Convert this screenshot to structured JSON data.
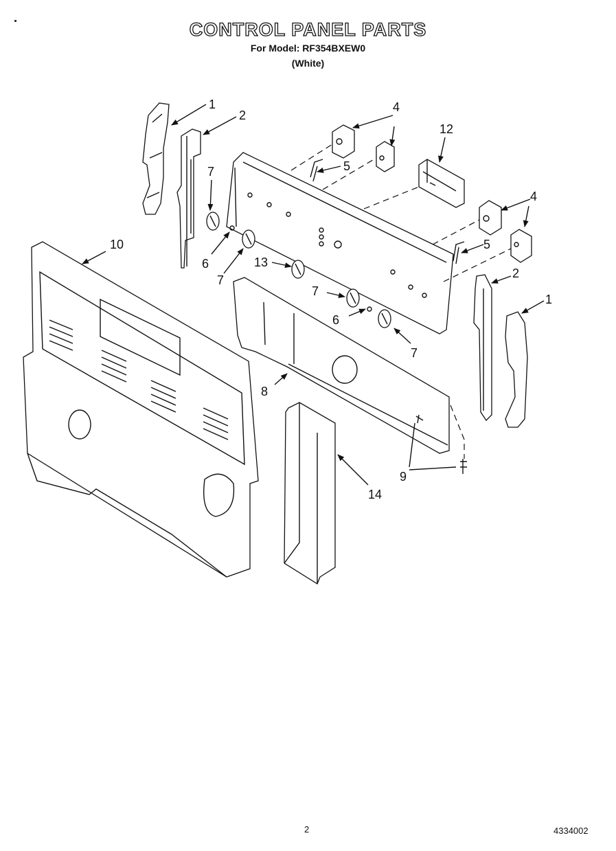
{
  "header": {
    "title": "CONTROL PANEL PARTS",
    "model_line": "For Model: RF354BXEW0",
    "color": "(White)"
  },
  "footer": {
    "page_number": "2",
    "document_number": "4334002"
  },
  "callouts": [
    {
      "id": "c1a",
      "label": "1"
    },
    {
      "id": "c2a",
      "label": "2"
    },
    {
      "id": "c4a",
      "label": "4"
    },
    {
      "id": "c5a",
      "label": "5"
    },
    {
      "id": "c12",
      "label": "12"
    },
    {
      "id": "c7a",
      "label": "7"
    },
    {
      "id": "c6a",
      "label": "6"
    },
    {
      "id": "c7b",
      "label": "7"
    },
    {
      "id": "c10",
      "label": "10"
    },
    {
      "id": "c13",
      "label": "13"
    },
    {
      "id": "c4b",
      "label": "4"
    },
    {
      "id": "c5b",
      "label": "5"
    },
    {
      "id": "c2b",
      "label": "2"
    },
    {
      "id": "c1b",
      "label": "1"
    },
    {
      "id": "c7c",
      "label": "7"
    },
    {
      "id": "c6b",
      "label": "6"
    },
    {
      "id": "c7d",
      "label": "7"
    },
    {
      "id": "c8",
      "label": "8"
    },
    {
      "id": "c9",
      "label": "9"
    },
    {
      "id": "c14",
      "label": "14"
    }
  ]
}
